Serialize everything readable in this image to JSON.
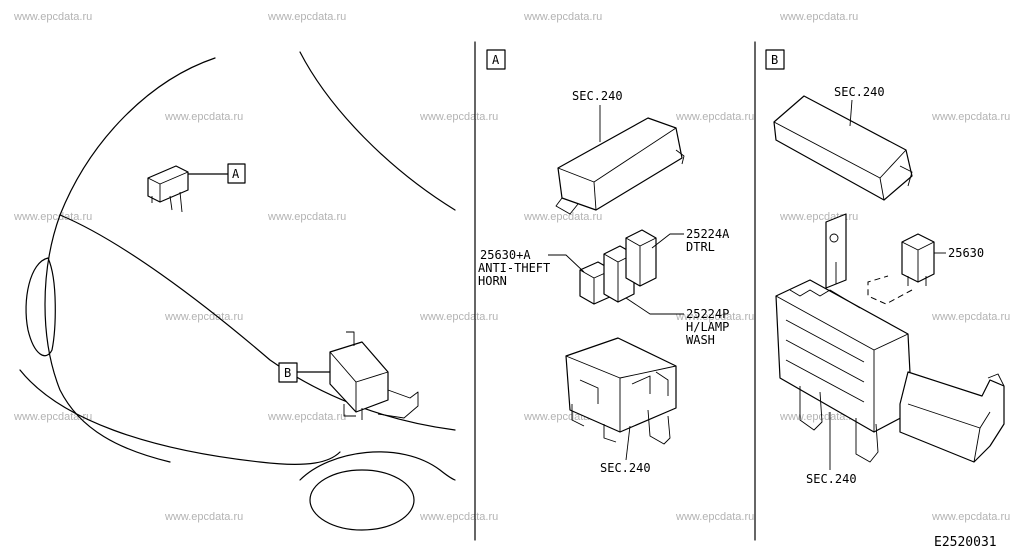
{
  "watermark": "www.epcdata.ru",
  "diagram_id": "E2520031",
  "overview": {
    "callout_a": "A",
    "callout_b": "B"
  },
  "panel_a": {
    "title": "A",
    "sec_top": "SEC.240",
    "sec_bottom": "SEC.240",
    "part_25630a": "25630+A",
    "part_25630a_desc_1": "ANTI-THEFT",
    "part_25630a_desc_2": "HORN",
    "part_25224a": "25224A",
    "part_25224a_desc": "DTRL",
    "part_25224p": "25224P",
    "part_25224p_desc_1": "H/LAMP",
    "part_25224p_desc_2": "WASH"
  },
  "panel_b": {
    "title": "B",
    "sec_top": "SEC.240",
    "sec_bottom": "SEC.240",
    "part_25630": "25630"
  }
}
